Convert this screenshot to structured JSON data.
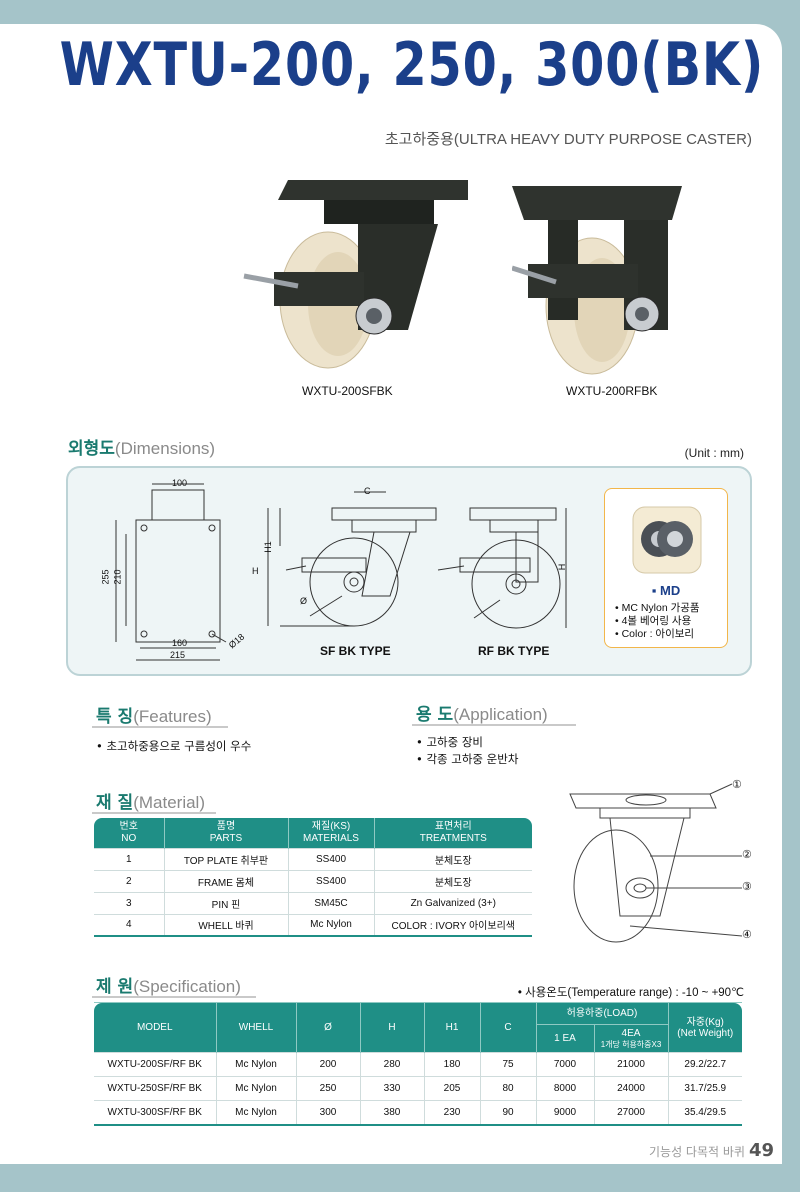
{
  "header": {
    "title": "WXTU-200, 250, 300(BK)",
    "subtitle": "초고하중용(ULTRA HEAVY DUTY PURPOSE CASTER)"
  },
  "photos": {
    "left_caption": "WXTU-200SFBK",
    "right_caption": "WXTU-200RFBK"
  },
  "dimensions": {
    "heading_ko": "외형도",
    "heading_en": "(Dimensions)",
    "unit": "(Unit : mm)",
    "labels": {
      "top_width": "100",
      "h255": "255",
      "h210": "210",
      "w160": "160",
      "w215": "215",
      "hole": "Ø18",
      "c": "C",
      "h1": "H1",
      "h": "H",
      "dia": "Ø",
      "h_right": "H"
    },
    "sf_label": "SF BK TYPE",
    "rf_label": "RF BK TYPE",
    "md": {
      "title": "▪ MD",
      "items": [
        "• MC Nylon 가공품",
        "• 4볼 베어링 사용",
        "• Color : 아이보리"
      ]
    }
  },
  "features": {
    "heading_ko": "특 징",
    "heading_en": "(Features)",
    "items": [
      "초고하중용으로 구름성이 우수"
    ]
  },
  "application": {
    "heading_ko": "용 도",
    "heading_en": "(Application)",
    "items": [
      "고하중 장비",
      "각종 고하중 운반차"
    ]
  },
  "material": {
    "heading_ko": "재 질",
    "heading_en": "(Material)",
    "headers": [
      [
        "번호",
        "NO"
      ],
      [
        "품명",
        "PARTS"
      ],
      [
        "재질(KS)",
        "MATERIALS"
      ],
      [
        "표면처리",
        "TREATMENTS"
      ]
    ],
    "rows": [
      [
        "1",
        "TOP PLATE 취부판",
        "SS400",
        "분체도장"
      ],
      [
        "2",
        "FRAME 몸체",
        "SS400",
        "분체도장"
      ],
      [
        "3",
        "PIN 핀",
        "SM45C",
        "Zn Galvanized (3+)"
      ],
      [
        "4",
        "WHELL 바퀴",
        "Mc Nylon",
        "COLOR : IVORY 아이보리색"
      ]
    ],
    "callouts": [
      "①",
      "②",
      "③",
      "④"
    ]
  },
  "specification": {
    "heading_ko": "제 원",
    "heading_en": "(Specification)",
    "temperature": "• 사용온도(Temperature range) : -10 ~ +90℃",
    "headers": {
      "model": "MODEL",
      "wheel": "WHELL",
      "dia": "Ø",
      "h": "H",
      "h1": "H1",
      "c": "C",
      "load": "허용하중(LOAD)",
      "load_1ea": "1 EA",
      "load_4ea": "4EA",
      "load_4ea_note": "1개당 허용하중X3",
      "weight_ko": "자중(Kg)",
      "weight_en": "(Net Weight)"
    },
    "rows": [
      [
        "WXTU-200SF/RF BK",
        "Mc Nylon",
        "200",
        "280",
        "180",
        "75",
        "7000",
        "21000",
        "29.2/22.7"
      ],
      [
        "WXTU-250SF/RF BK",
        "Mc Nylon",
        "250",
        "330",
        "205",
        "80",
        "8000",
        "24000",
        "31.7/25.9"
      ],
      [
        "WXTU-300SF/RF BK",
        "Mc Nylon",
        "300",
        "380",
        "230",
        "90",
        "9000",
        "27000",
        "35.4/29.5"
      ]
    ]
  },
  "footer": {
    "text": "기능성 다목적 바퀴",
    "page": "49"
  },
  "colors": {
    "title_blue": "#1b3f8a",
    "teal": "#1f8f86",
    "frame_bg": "#a5c4c9"
  }
}
